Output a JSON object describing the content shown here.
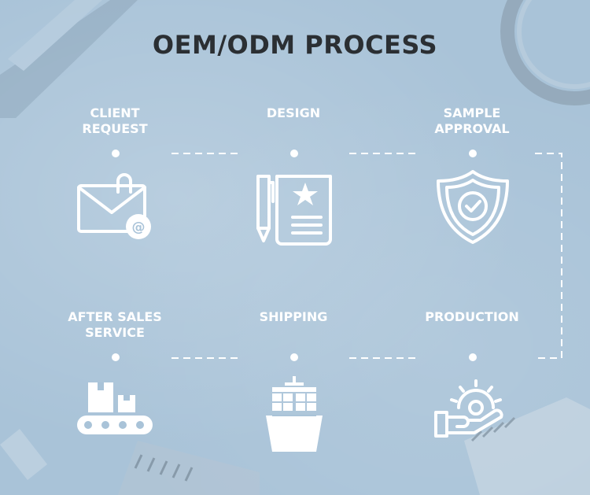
{
  "title": "OEM/ODM PROCESS",
  "steps": [
    {
      "label": "CLIENT\nREQUEST",
      "icon": "envelope-icon"
    },
    {
      "label": "DESIGN",
      "icon": "design-document-icon"
    },
    {
      "label": "SAMPLE\nAPPROVAL",
      "icon": "shield-check-icon"
    },
    {
      "label": "PRODUCTION",
      "icon": "gear-hand-icon"
    },
    {
      "label": "SHIPPING",
      "icon": "cargo-ship-icon"
    },
    {
      "label": "AFTER SALES\nSERVICE",
      "icon": "conveyor-boxes-icon"
    }
  ],
  "colors": {
    "background": "#a9c3d8",
    "title": "#2b2f33",
    "foreground": "#ffffff"
  }
}
